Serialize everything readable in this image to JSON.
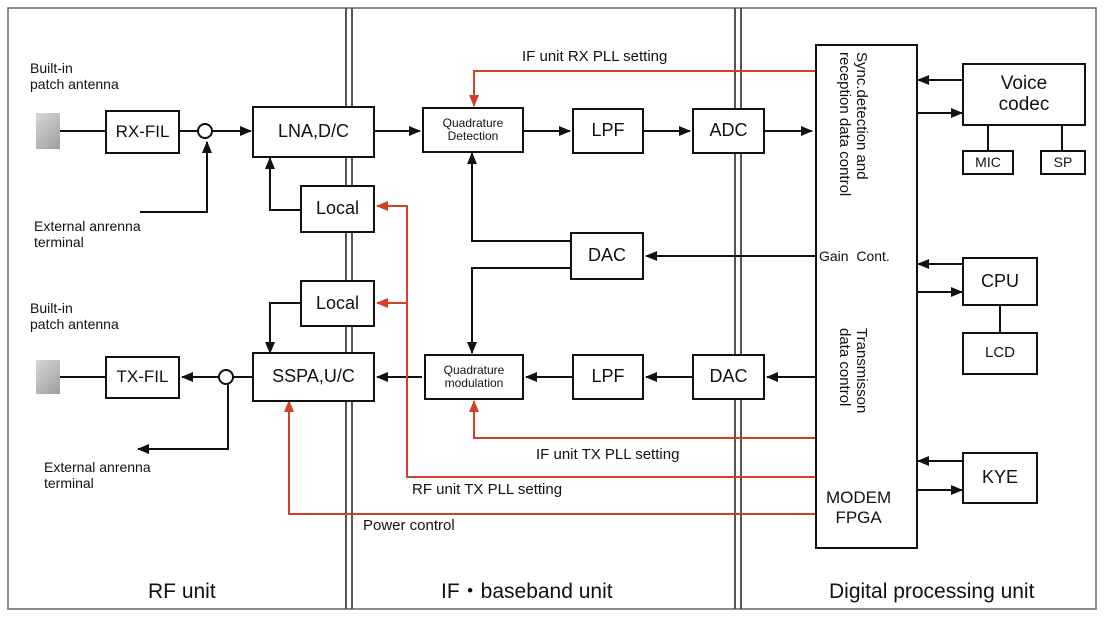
{
  "units": {
    "rf": "RF unit",
    "if": "IF・baseband unit",
    "digital": "Digital processing unit"
  },
  "rx_path": {
    "antenna_label": "Built-in\npatch antenna",
    "filter": "RX-FIL",
    "ext_label": "External anrenna\nterminal",
    "lna": "LNA,D/C",
    "local": "Local",
    "quad_det": "Quadrature\nDetection",
    "lpf": "LPF",
    "adc": "ADC"
  },
  "tx_path": {
    "antenna_label": "Built-in\npatch antenna",
    "filter": "TX-FIL",
    "ext_label": "External anrenna\nterminal",
    "sspa": "SSPA,U/C",
    "local": "Local",
    "quad_mod": "Quadrature\nmodulation",
    "lpf": "LPF",
    "dac": "DAC"
  },
  "shared": {
    "dac": "DAC"
  },
  "fpga": {
    "sync_label": "Sync.detection and\nreception data control",
    "gain": "Gain  Cont.",
    "tx_label": "Transmisson\ndata control",
    "modem": "MODEM\nFPGA"
  },
  "peripherals": {
    "voice": "Voice\ncodec",
    "mic": "MIC",
    "sp": "SP",
    "cpu": "CPU",
    "lcd": "LCD",
    "kye": "KYE"
  },
  "control_signals": {
    "if_rx_pll": "IF unit RX PLL setting",
    "if_tx_pll": "IF unit TX PLL setting",
    "rf_tx_pll": "RF unit TX PLL setting",
    "power": "Power control"
  },
  "colors": {
    "signal_line": "#111111",
    "control_line": "#d2402a",
    "divider": "#555555"
  }
}
